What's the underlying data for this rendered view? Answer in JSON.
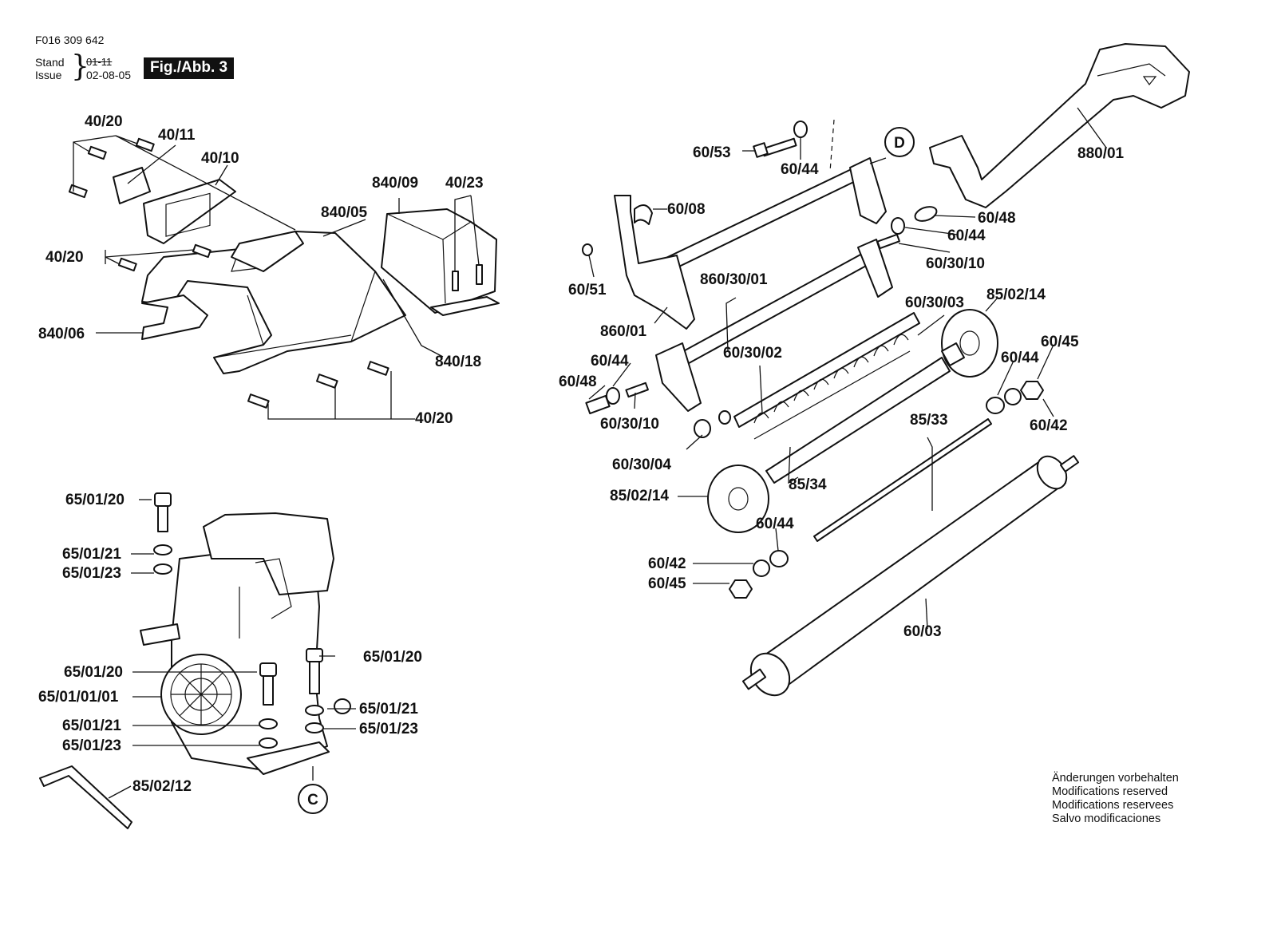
{
  "header": {
    "doc_number": "F016 309 642",
    "stand_label": "Stand",
    "issue_label": "Issue",
    "old_date": "01-11",
    "issue_date": "02-08-05",
    "figure_label": "Fig./Abb. 3"
  },
  "notice": {
    "lines": [
      "Änderungen vorbehalten",
      "Modifications reserved",
      "Modifications reservees",
      "Salvo modificaciones"
    ]
  },
  "detail_markers": {
    "d": "D",
    "c": "C"
  },
  "callouts": {
    "grp_40_20_top": "40/20",
    "p_40_11": "40/11",
    "p_40_10": "40/10",
    "p_840_09": "840/09",
    "p_40_23": "40/23",
    "p_840_05": "840/05",
    "grp_40_20_left": "40/20",
    "p_840_06": "840/06",
    "p_840_18": "840/18",
    "grp_40_20_bottom": "40/20",
    "p_60_53": "60/53",
    "p_60_44_a": "60/44",
    "p_880_01": "880/01",
    "p_60_08": "60/08",
    "p_60_48_a": "60/48",
    "p_60_44_b": "60/44",
    "p_60_30_10_a": "60/30/10",
    "p_60_51": "60/51",
    "p_860_30_01": "860/30/01",
    "p_860_01": "860/01",
    "p_60_30_03": "60/30/03",
    "p_85_02_14_a": "85/02/14",
    "p_60_45_a": "60/45",
    "p_60_44_c": "60/44",
    "p_60_30_02": "60/30/02",
    "p_60_44_d": "60/44",
    "p_60_48_b": "60/48",
    "p_60_30_10_b": "60/30/10",
    "p_60_42_a": "60/42",
    "p_85_33": "85/33",
    "p_60_30_04": "60/30/04",
    "p_85_34": "85/34",
    "p_85_02_14_b": "85/02/14",
    "p_60_44_e": "60/44",
    "p_60_42_b": "60/42",
    "p_60_45_b": "60/45",
    "p_60_03": "60/03",
    "p_65_01_20_a": "65/01/20",
    "p_65_01_21_a": "65/01/21",
    "p_65_01_23_a": "65/01/23",
    "p_65_01_20_b": "65/01/20",
    "p_65_01_20_c": "65/01/20",
    "p_65_01_01_01": "65/01/01/01",
    "p_65_01_21_b": "65/01/21",
    "p_65_01_21_c": "65/01/21",
    "p_65_01_23_b": "65/01/23",
    "p_65_01_23_c": "65/01/23",
    "p_85_02_12": "85/02/12"
  }
}
